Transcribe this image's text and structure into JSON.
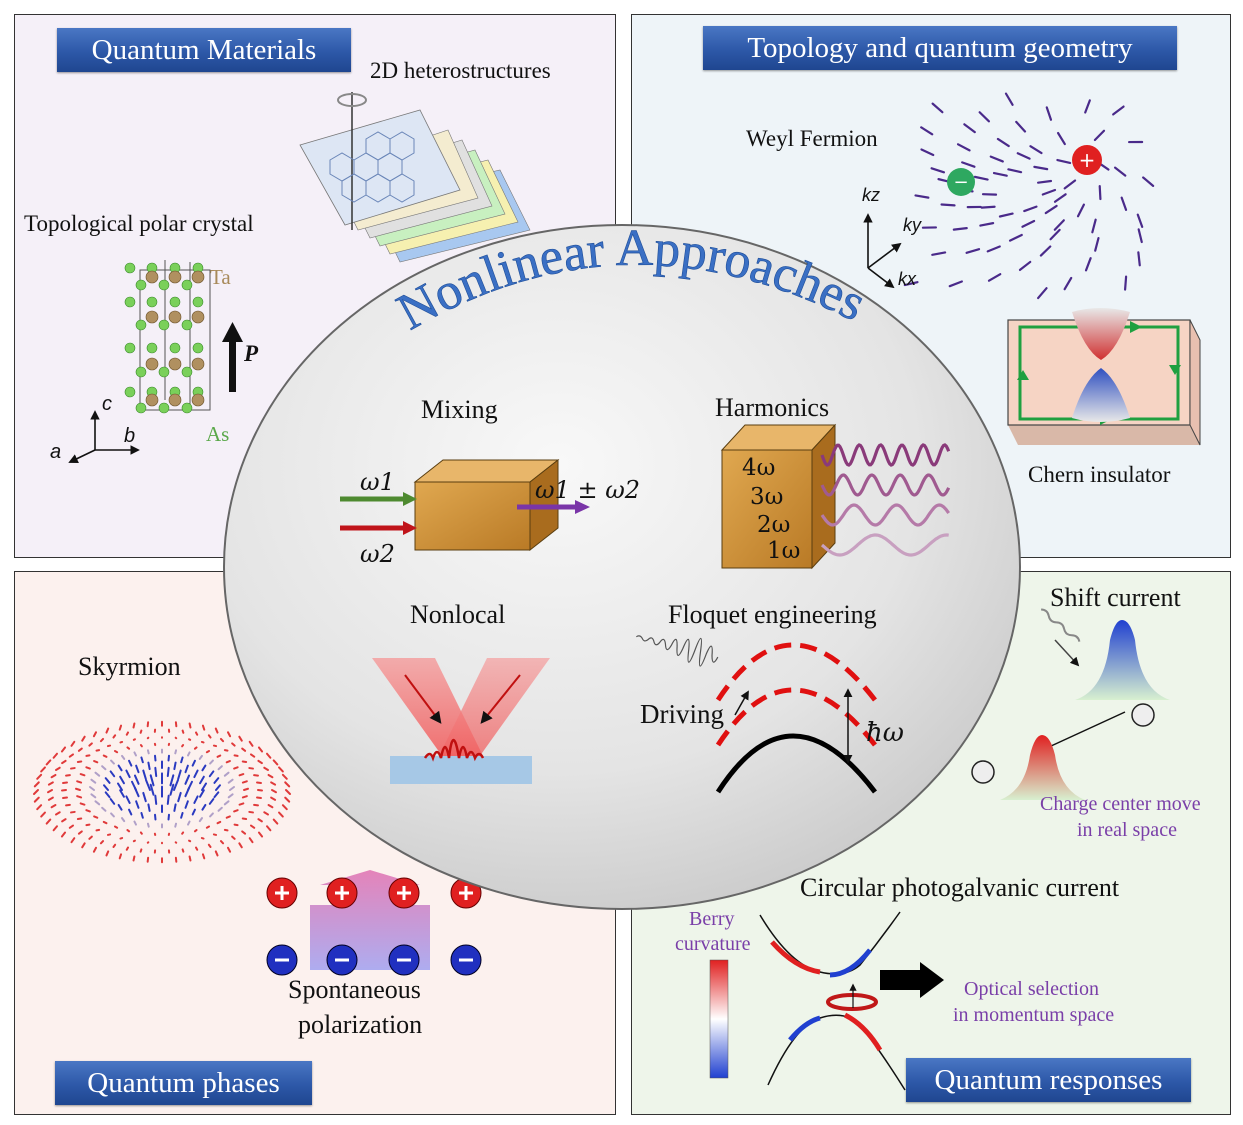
{
  "center": {
    "title": "Nonlinear Approaches",
    "mixing": {
      "label": "Mixing",
      "in1": "ω1",
      "in2": "ω2",
      "out": "ω1 ± ω2"
    },
    "harmonics": {
      "label": "Harmonics",
      "orders": [
        "4ω",
        "3ω",
        "2ω",
        "1ω"
      ]
    },
    "nonlocal": {
      "label": "Nonlocal"
    },
    "floquet": {
      "label": "Floquet engineering",
      "driving": "Driving",
      "energy": "ħω"
    }
  },
  "panels": {
    "quantum_materials": {
      "title": "Quantum Materials",
      "heterostructures": "2D heterostructures",
      "polar_crystal": "Topological polar crystal",
      "ta": "Ta",
      "as": "As",
      "p": "P",
      "axes": [
        "a",
        "b",
        "c"
      ]
    },
    "topology": {
      "title": "Topology and quantum geometry",
      "weyl": "Weyl Fermion",
      "axes": [
        "kz",
        "ky",
        "kx"
      ],
      "chern": "Chern insulator"
    },
    "quantum_phases": {
      "title": "Quantum phases",
      "skyrmion": "Skyrmion",
      "polarization_line1": "Spontaneous",
      "polarization_line2": "polarization"
    },
    "quantum_responses": {
      "title": "Quantum responses",
      "shift_current": "Shift current",
      "charge_center_line1": "Charge center move",
      "charge_center_line2": "in real space",
      "cpg": "Circular photogalvanic current",
      "berry_line1": "Berry",
      "berry_line2": "curvature",
      "optical_line1": "Optical selection",
      "optical_line2": "in momentum space"
    }
  },
  "colors": {
    "title_box": "#2d58a8",
    "center_text": "#3a6fc4",
    "purple_text": "#7a3fa8",
    "arrow_green": "#4e8a30",
    "arrow_red": "#c0141a",
    "arrow_purple": "#7a35a8",
    "cube": "#d49a3e"
  }
}
